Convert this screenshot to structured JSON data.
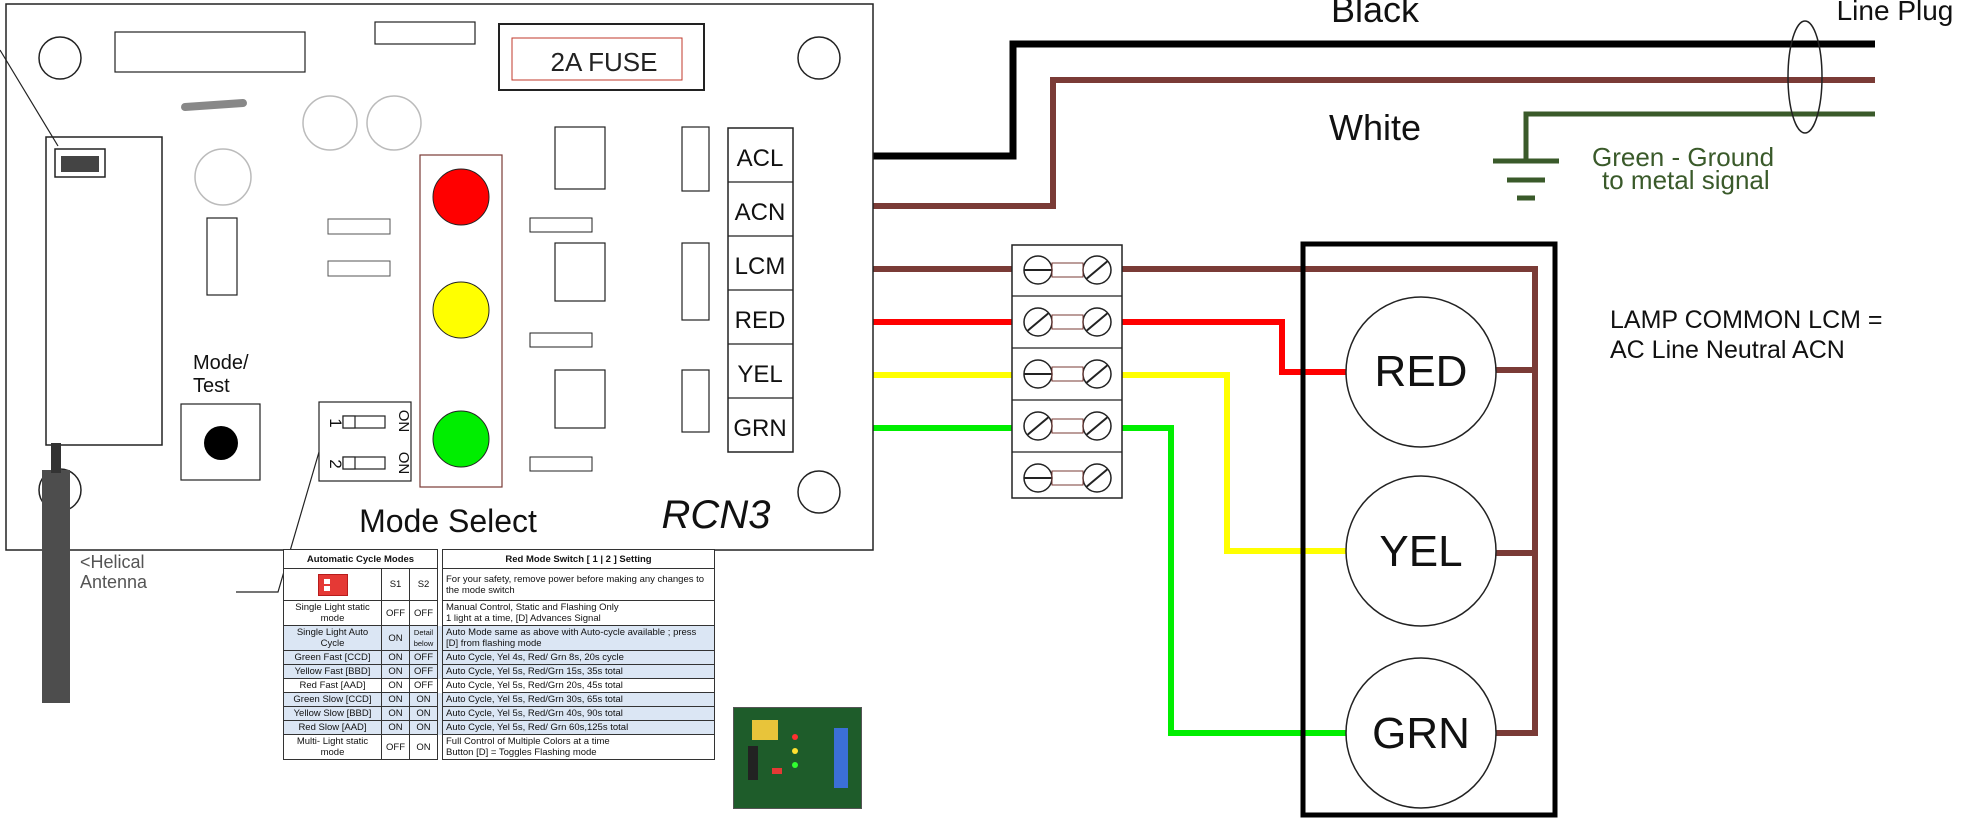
{
  "board": {
    "fuse_label": "2A FUSE",
    "model": "RCN3",
    "mode_test_label": "Mode/\nTest",
    "mode_select_label": "Mode Select",
    "dip": {
      "on": "ON",
      "pos1": "1",
      "pos2": "2"
    },
    "antenna_label": "<Helical\nAntenna"
  },
  "terminals": [
    "ACL",
    "ACN",
    "LCM",
    "RED",
    "YEL",
    "GRN"
  ],
  "wires": {
    "black": "Black",
    "white": "White",
    "line_plug": "Line Plug",
    "ground": "Green - Ground",
    "ground_sub": "to metal signal"
  },
  "lamps": [
    "RED",
    "YEL",
    "GRN"
  ],
  "note": [
    "LAMP COMMON LCM =",
    "AC Line Neutral  ACN"
  ],
  "colors": {
    "black_wire": "#000000",
    "brown_wire": "#7a3b36",
    "ground_wire": "#3a5a2a",
    "red_wire": "#ff0000",
    "yellow_wire": "#ffff00",
    "green_wire": "#00ee00",
    "red_lamp": "#ff0000",
    "yellow_lamp": "#ffff00",
    "green_lamp": "#00ee00"
  },
  "mode_table": {
    "headers": {
      "left": "Automatic Cycle Modes",
      "right": "Red Mode Switch [ 1 | 2 ] Setting"
    },
    "row0": {
      "s1": "S1",
      "s2": "S2",
      "desc": "For your safety, remove power before making any changes to the mode switch"
    },
    "rows": [
      {
        "mode": "Single Light static mode",
        "s1": "OFF",
        "s2": "OFF",
        "desc": "Manual Control, Static and Flashing Only\n1 light at a time, [D] Advances Signal"
      },
      {
        "mode": "Single Light Auto Cycle",
        "s1": "ON",
        "s2": "Detail below",
        "desc": "Auto Mode same as above with Auto-cycle available ; press [D] from flashing mode"
      },
      {
        "mode": "Green Fast [CCD]",
        "s1": "ON",
        "s2": "OFF",
        "desc": "Auto Cycle, Yel 4s, Red/ Grn 8s, 20s cycle"
      },
      {
        "mode": "Yellow Fast [BBD]",
        "s1": "ON",
        "s2": "OFF",
        "desc": "Auto Cycle, Yel 5s, Red/Grn 15s, 35s total"
      },
      {
        "mode": "Red  Fast  [AAD]",
        "s1": "ON",
        "s2": "OFF",
        "desc": "Auto Cycle, Yel 5s, Red/Grn 20s, 45s total"
      },
      {
        "mode": "Green Slow [CCD]",
        "s1": "ON",
        "s2": "ON",
        "desc": "Auto Cycle, Yel 5s, Red/Grn 30s, 65s total"
      },
      {
        "mode": "Yellow Slow [BBD]",
        "s1": "ON",
        "s2": "ON",
        "desc": "Auto Cycle, Yel 5s, Red/Grn 40s, 90s total"
      },
      {
        "mode": "Red  Slow  [AAD]",
        "s1": "ON",
        "s2": "ON",
        "desc": "Auto Cycle, Yel 5s, Red/ Grn 60s,125s total"
      },
      {
        "mode": "Multi- Light static mode",
        "s1": "OFF",
        "s2": "ON",
        "desc": "Full Control of Multiple Colors at a time\nButton [D] = Toggles Flashing mode"
      }
    ]
  }
}
